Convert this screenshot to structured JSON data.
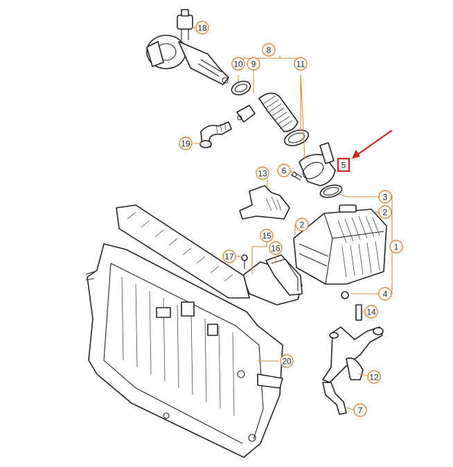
{
  "callouts": [
    {
      "id": "1",
      "highlighted": false
    },
    {
      "id": "2",
      "highlighted": false
    },
    {
      "id": "2",
      "highlighted": false
    },
    {
      "id": "3",
      "highlighted": false
    },
    {
      "id": "4",
      "highlighted": false
    },
    {
      "id": "5",
      "highlighted": true
    },
    {
      "id": "6",
      "highlighted": false
    },
    {
      "id": "7",
      "highlighted": false
    },
    {
      "id": "8",
      "highlighted": false
    },
    {
      "id": "9",
      "highlighted": false
    },
    {
      "id": "10",
      "highlighted": false
    },
    {
      "id": "11",
      "highlighted": false
    },
    {
      "id": "12",
      "highlighted": false
    },
    {
      "id": "13",
      "highlighted": false
    },
    {
      "id": "14",
      "highlighted": false
    },
    {
      "id": "15",
      "highlighted": false
    },
    {
      "id": "16",
      "highlighted": false
    },
    {
      "id": "17",
      "highlighted": false
    },
    {
      "id": "18",
      "highlighted": false
    },
    {
      "id": "19",
      "highlighted": false
    },
    {
      "id": "20",
      "highlighted": false
    }
  ],
  "colors": {
    "line": "#222222",
    "callout_ring": "#d98a3a",
    "highlight": "#d62020",
    "background": "#ffffff"
  }
}
